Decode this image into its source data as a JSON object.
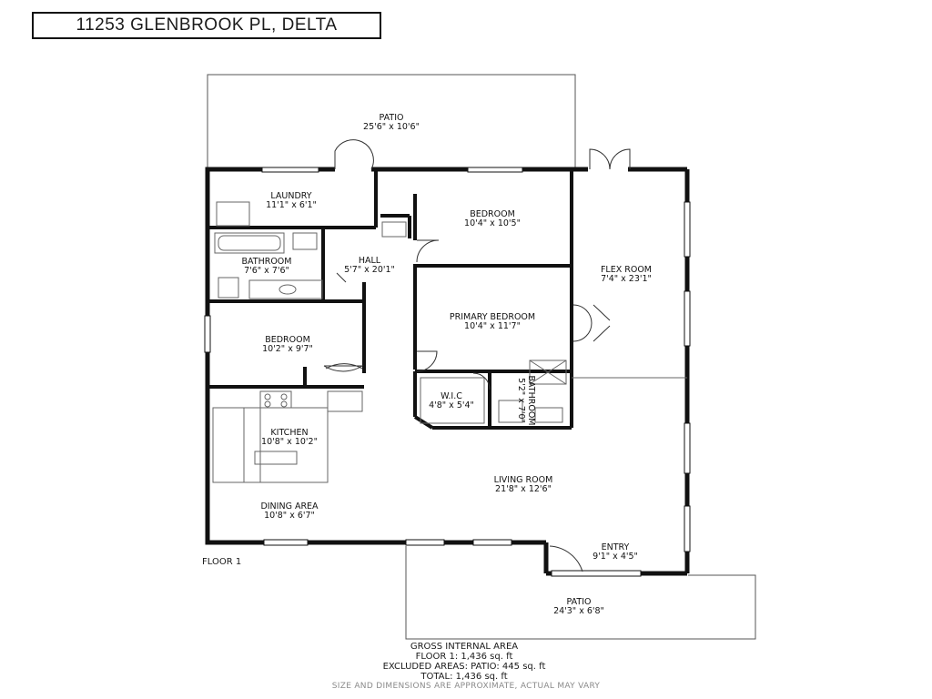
{
  "address": "11253 GLENBROOK PL, DELTA",
  "rooms": {
    "patio_top": {
      "name": "PATIO",
      "dims": "25'6\" x 10'6\""
    },
    "laundry": {
      "name": "LAUNDRY",
      "dims": "11'1\" x 6'1\""
    },
    "bedroom_top": {
      "name": "BEDROOM",
      "dims": "10'4\" x 10'5\""
    },
    "flex_room": {
      "name": "FLEX ROOM",
      "dims": "7'4\" x 23'1\""
    },
    "bathroom_left": {
      "name": "BATHROOM",
      "dims": "7'6\" x 7'6\""
    },
    "hall": {
      "name": "HALL",
      "dims": "5'7\" x 20'1\""
    },
    "primary_bedroom": {
      "name": "PRIMARY BEDROOM",
      "dims": "10'4\" x 11'7\""
    },
    "bedroom_left": {
      "name": "BEDROOM",
      "dims": "10'2\" x 9'7\""
    },
    "wic": {
      "name": "W.I.C",
      "dims": "4'8\" x 5'4\""
    },
    "bathroom_ensuite": {
      "name": "BATHROOM",
      "dims": "5'2\" x 7'0\""
    },
    "kitchen": {
      "name": "KITCHEN",
      "dims": "10'8\" x 10'2\""
    },
    "living_room": {
      "name": "LIVING ROOM",
      "dims": "21'8\" x 12'6\""
    },
    "dining_area": {
      "name": "DINING AREA",
      "dims": "10'8\" x 6'7\""
    },
    "entry": {
      "name": "ENTRY",
      "dims": "9'1\" x 4'5\""
    },
    "patio_bottom": {
      "name": "PATIO",
      "dims": "24'3\" x 6'8\""
    }
  },
  "floor_label": "FLOOR 1",
  "area": {
    "heading": "GROSS INTERNAL AREA",
    "floor1": "FLOOR 1: 1,436 sq. ft",
    "excluded": "EXCLUDED AREAS: PATIO: 445 sq. ft",
    "total": "TOTAL: 1,436 sq. ft"
  },
  "disclaimer": "SIZE AND DIMENSIONS ARE APPROXIMATE, ACTUAL MAY VARY"
}
